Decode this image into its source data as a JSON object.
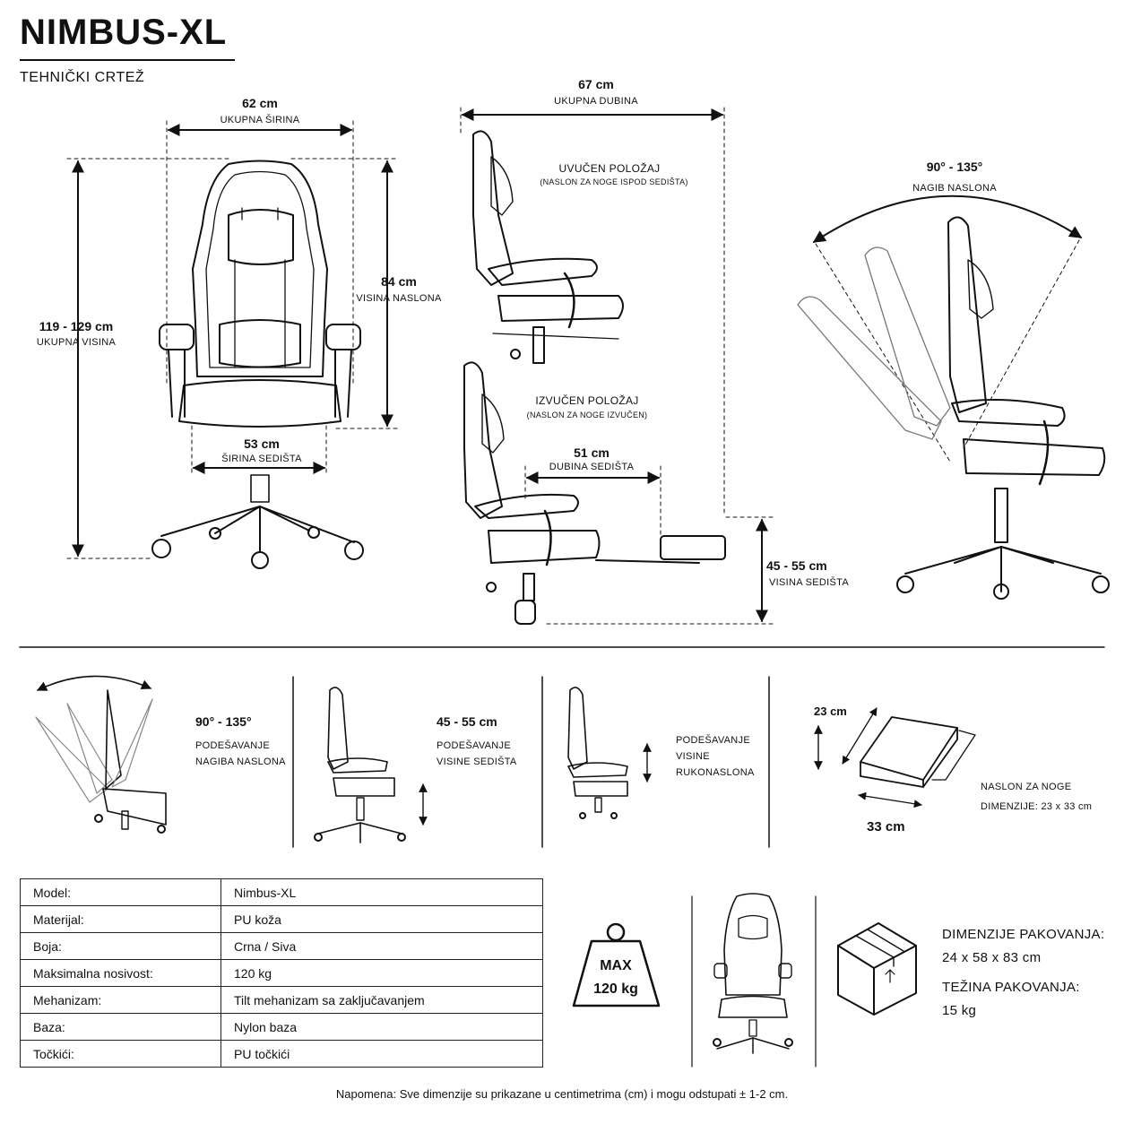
{
  "header": {
    "title": "NIMBUS-XL",
    "subtitle": "TEHNIČKI CRTEŽ"
  },
  "front_view": {
    "width_value": "62 cm",
    "width_label": "UKUPNA ŠIRINA",
    "height_value": "119 - 129 cm",
    "height_label": "UKUPNA VISINA",
    "back_value": "84 cm",
    "back_label": "VISINA NASLONA",
    "seat_width_value": "53 cm",
    "seat_width_label": "ŠIRINA SEDIŠTA"
  },
  "side_view": {
    "depth_value": "67 cm",
    "depth_label": "UKUPNA DUBINA",
    "retracted_title": "UVUČEN POLOŽAJ",
    "retracted_note": "(NASLON ZA NOGE ISPOD SEDIŠTA)",
    "extended_title": "IZVUČEN POLOŽAJ",
    "extended_note": "(NASLON ZA NOGE IZVUČEN)",
    "seat_depth_value": "51 cm",
    "seat_depth_label": "DUBINA SEDIŠTA",
    "seat_height_value": "45 - 55 cm",
    "seat_height_label": "VISINA SEDIŠTA"
  },
  "recline_view": {
    "angle_value": "90° - 135°",
    "angle_label": "NAGIB NASLONA"
  },
  "features": [
    {
      "value": "90° - 135°",
      "label_1": "PODEŠAVANJE",
      "label_2": "NAGIBA NASLONA"
    },
    {
      "value": "45 - 55 cm",
      "label_1": "PODEŠAVANJE",
      "label_2": "VISINE SEDIŠTA"
    },
    {
      "label_1": "PODEŠAVANJE",
      "label_2": "VISINE",
      "label_3": "RUKONASLONA"
    }
  ],
  "footrest": {
    "height_value": "23 cm",
    "width_value": "33 cm",
    "title": "NASLON ZA NOGE",
    "dims": "DIMENZIJE: 23 x 33 cm"
  },
  "specs": [
    {
      "key": "Model:",
      "value": "Nimbus-XL"
    },
    {
      "key": "Materijal:",
      "value": "PU koža"
    },
    {
      "key": "Boja:",
      "value": "Crna / Siva"
    },
    {
      "key": "Maksimalna nosivost:",
      "value": "120 kg"
    },
    {
      "key": "Mehanizam:",
      "value": "Tilt mehanizam sa zaključavanjem"
    },
    {
      "key": "Baza:",
      "value": "Nylon baza"
    },
    {
      "key": "Točkići:",
      "value": "PU točkići"
    }
  ],
  "weight_badge": {
    "line_1": "MAX",
    "line_2": "120 kg"
  },
  "package": {
    "dims_label": "DIMENZIJE PAKOVANJA:",
    "dims_value": "24 x 58 x 83 cm",
    "weight_label": "TEŽINA PAKOVANJA:",
    "weight_value": "15 kg"
  },
  "note": "Napomena: Sve dimenzije su prikazane u centimetrima (cm) i mogu odstupati ± 1-2 cm.",
  "icons": [
    "chair-front-drawing",
    "chair-side-drawing",
    "weight-icon",
    "box-icon"
  ]
}
